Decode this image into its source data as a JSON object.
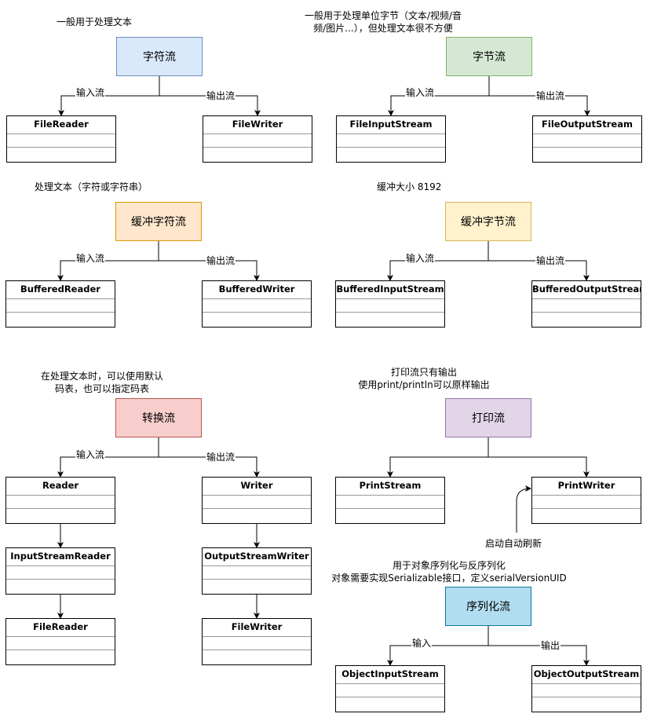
{
  "notes": {
    "char_stream": "一般用于处理文本",
    "byte_stream_line1": "一般用于处理单位字节（文本/视频/音",
    "byte_stream_line2": "频/图片...），但处理文本很不方便",
    "buffered_char": "处理文本（字符或字符串）",
    "buffered_byte": "缓冲大小 8192",
    "convert_line1": "在处理文本时，可以使用默认",
    "convert_line2": "码表，也可以指定码表",
    "print_line1": "打印流只有输出",
    "print_line2": "使用print/println可以原样输出",
    "auto_flush": "启动自动刷新",
    "serial_line1": "用于对象序列化与反序列化",
    "serial_line2": "对象需要实现Serializable接口，定义serialVersionUID"
  },
  "headers": {
    "char_stream": "字符流",
    "byte_stream": "字节流",
    "buffered_char": "缓冲字符流",
    "buffered_byte": "缓冲字节流",
    "convert": "转换流",
    "print": "打印流",
    "serial": "序列化流"
  },
  "edge_labels": {
    "input_stream": "输入流",
    "output_stream": "输出流",
    "input": "输入",
    "output": "输出"
  },
  "classes": {
    "file_reader": "FileReader",
    "file_writer": "FileWriter",
    "file_input_stream": "FileInputStream",
    "file_output_stream": "FileOutputStream",
    "buffered_reader": "BufferedReader",
    "buffered_writer": "BufferedWriter",
    "buffered_input_stream": "BufferedInputStream",
    "buffered_output_stream": "BufferedOutputStream",
    "reader": "Reader",
    "writer": "Writer",
    "input_stream_reader": "InputStreamReader",
    "output_stream_writer": "OutputStreamWriter",
    "file_reader_2": "FileReader",
    "file_writer_2": "FileWriter",
    "print_stream": "PrintStream",
    "print_writer": "PrintWriter",
    "object_input_stream": "ObjectInputStream",
    "object_output_stream": "ObjectOutputStream"
  },
  "colors": {
    "char_stream": "#dae8fc",
    "byte_stream": "#d5e8d4",
    "buffered_char": "#ffe6cc",
    "buffered_byte": "#fff2cc",
    "convert": "#f8cecc",
    "print": "#e1d5e7",
    "serial": "#b1ddf0"
  }
}
